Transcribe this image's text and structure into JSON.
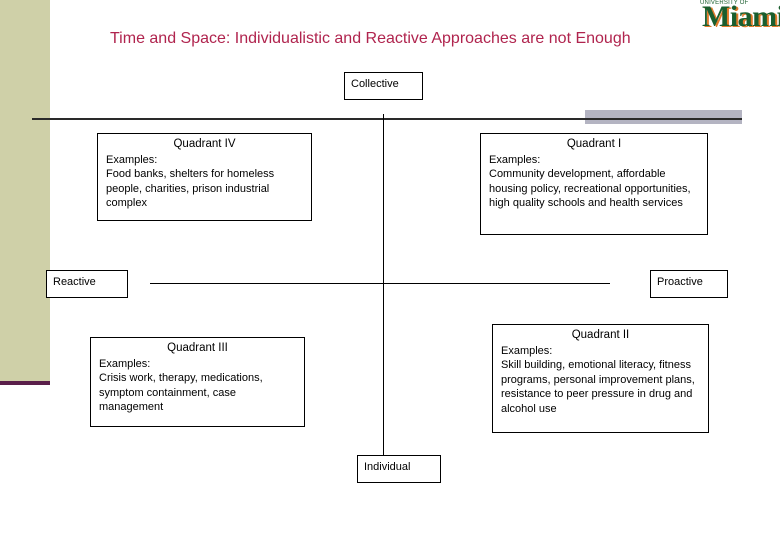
{
  "title": "Time and Space: Individualistic and Reactive Approaches are not Enough",
  "logo": {
    "top_text": "UNIVERSITY OF",
    "main_text": "Miami",
    "colors": {
      "primary": "#1a5e2e",
      "accent": "#e07a2a"
    }
  },
  "colors": {
    "title": "#b0244e",
    "left_bar": "#cfd0a8",
    "left_bar_bottom": "#5a1f4a",
    "top_accent": "#b4b4c2"
  },
  "axes": {
    "top": "Collective",
    "bottom": "Individual",
    "left": "Reactive",
    "right": "Proactive"
  },
  "quadrants": {
    "q4": {
      "title": "Quadrant IV",
      "examples_label": "Examples:",
      "text": "Food banks, shelters for homeless people, charities, prison industrial complex"
    },
    "q1": {
      "title": "Quadrant I",
      "examples_label": "Examples:",
      "text": "Community development, affordable housing policy, recreational opportunities, high quality schools and health services"
    },
    "q3": {
      "title": "Quadrant III",
      "examples_label": "Examples:",
      "text": "Crisis work, therapy, medications, symptom containment, case management"
    },
    "q2": {
      "title": "Quadrant II",
      "examples_label": "Examples:",
      "text": "Skill building, emotional literacy, fitness programs, personal improvement plans, resistance to peer pressure in drug and alcohol use"
    }
  }
}
